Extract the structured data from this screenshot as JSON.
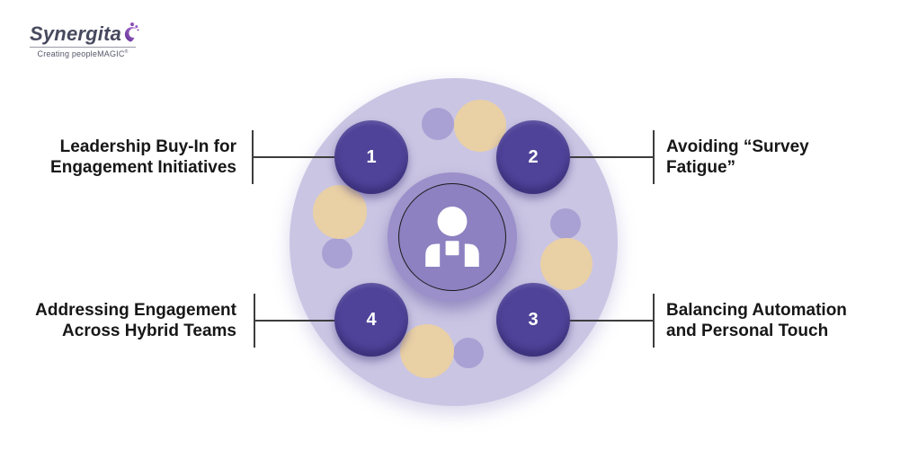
{
  "logo": {
    "brand": "Synergita",
    "tagline": "Creating peopleMAGIC",
    "trademark": "®"
  },
  "diagram": {
    "center_icon": "person",
    "items": [
      {
        "number": "1",
        "label": "Leadership Buy-In for Engagement Initiatives",
        "position": "top-left"
      },
      {
        "number": "2",
        "label": "Avoiding “Survey Fatigue”",
        "position": "top-right"
      },
      {
        "number": "3",
        "label": "Balancing Automation and Personal Touch",
        "position": "bottom-right"
      },
      {
        "number": "4",
        "label": "Addressing Engagement Across Hybrid Teams",
        "position": "bottom-left"
      }
    ],
    "colors": {
      "outer_circle": "#cac5e3",
      "number_circle": "#4f4399",
      "center_ring": "#9b90ca",
      "center_inner": "#8d81c1",
      "accent_tan": "#e9d0a5",
      "accent_lavender": "#a9a1d3",
      "connector": "#3d3d3d",
      "label_text": "#171717"
    }
  }
}
